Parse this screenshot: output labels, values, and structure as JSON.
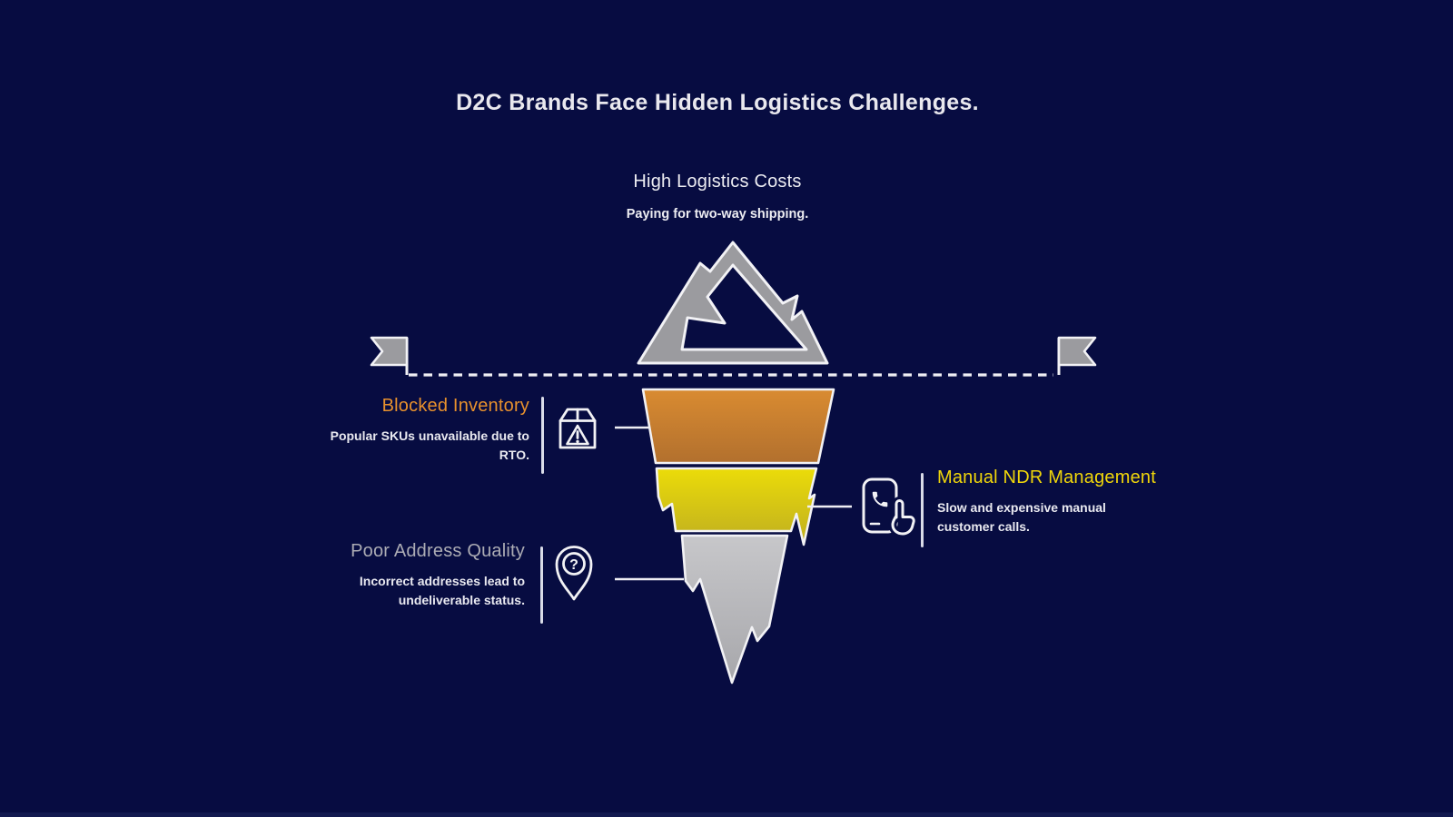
{
  "title": "D2C Brands Face Hidden Logistics Challenges.",
  "surface": {
    "label": "High Logistics Costs",
    "description": "Paying for two-way shipping."
  },
  "items": {
    "blocked_inventory": {
      "label": "Blocked Inventory",
      "description_line1": "Popular SKUs unavailable due to",
      "description_line2": "RTO."
    },
    "manual_ndr": {
      "label": "Manual NDR Management",
      "description_line1": "Slow and expensive manual",
      "description_line2": "customer calls."
    },
    "poor_address": {
      "label": "Poor Address Quality",
      "description_line1": "Incorrect addresses lead to",
      "description_line2": "undeliverable status."
    }
  },
  "icons": {
    "surface": "mountain-peak-icon",
    "blocked_inventory": "package-warning-icon",
    "manual_ndr": "phone-call-hand-icon",
    "poor_address": "location-pin-question-icon",
    "waterline_left": "flag-icon",
    "waterline_right": "flag-icon",
    "warning_glyph": "!",
    "question_glyph": "?"
  },
  "colors": {
    "background": "#070C41",
    "title_text": "#E9E8EE",
    "body_text": "#E9E9F0",
    "gray_shape": "#9B9B9F",
    "shape_outline": "#F2F2F5",
    "orange_label": "#E8912D",
    "yellow_label": "#F0D60A",
    "gray_label": "#ACACB4",
    "funnel_orange_top": "#D98B31",
    "funnel_orange_bottom": "#B2702E",
    "funnel_yellow_top": "#EBDC09",
    "funnel_yellow_bottom": "#BFAE20",
    "funnel_gray_top": "#C7C7CA",
    "funnel_gray_bottom": "#A7A7AB"
  }
}
